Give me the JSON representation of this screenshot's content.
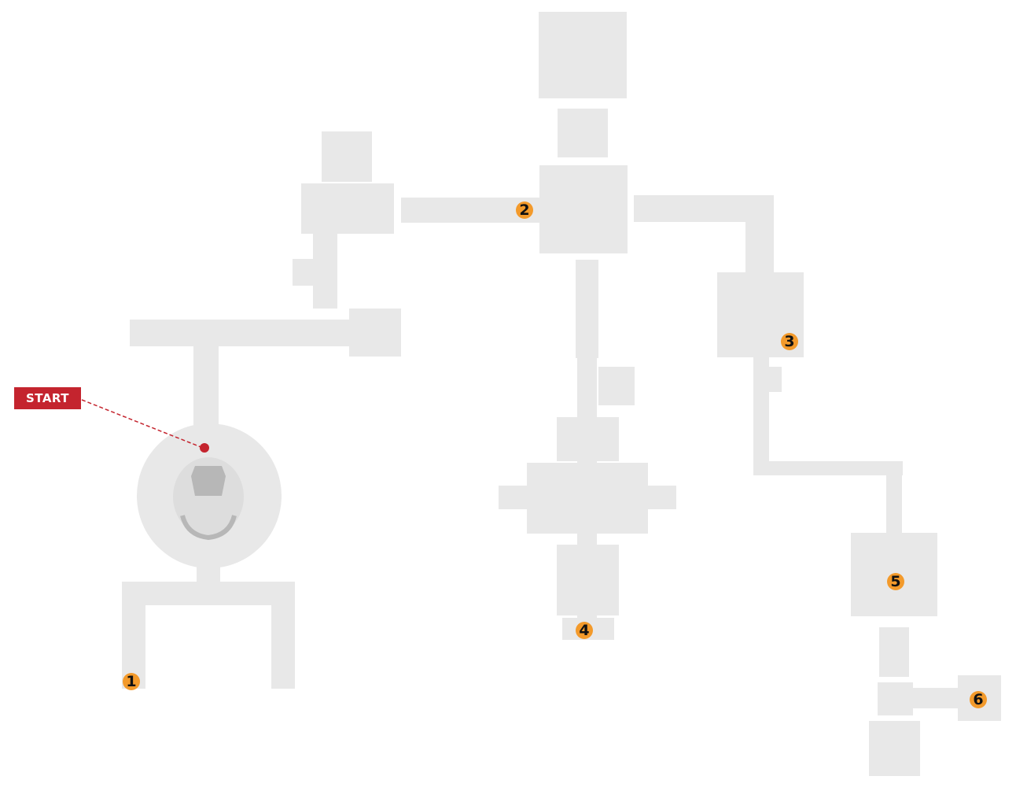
{
  "map": {
    "start_label": "START",
    "markers": [
      {
        "id": "1",
        "label": "1"
      },
      {
        "id": "2",
        "label": "2"
      },
      {
        "id": "3",
        "label": "3"
      },
      {
        "id": "4",
        "label": "4"
      },
      {
        "id": "5",
        "label": "5"
      },
      {
        "id": "6",
        "label": "6"
      }
    ],
    "colors": {
      "room": "#e8e8e8",
      "circle_floor": "#dddddd",
      "statue": "#b7b7b7",
      "start_accent": "#c4242e",
      "marker": "#f39a2b"
    }
  }
}
